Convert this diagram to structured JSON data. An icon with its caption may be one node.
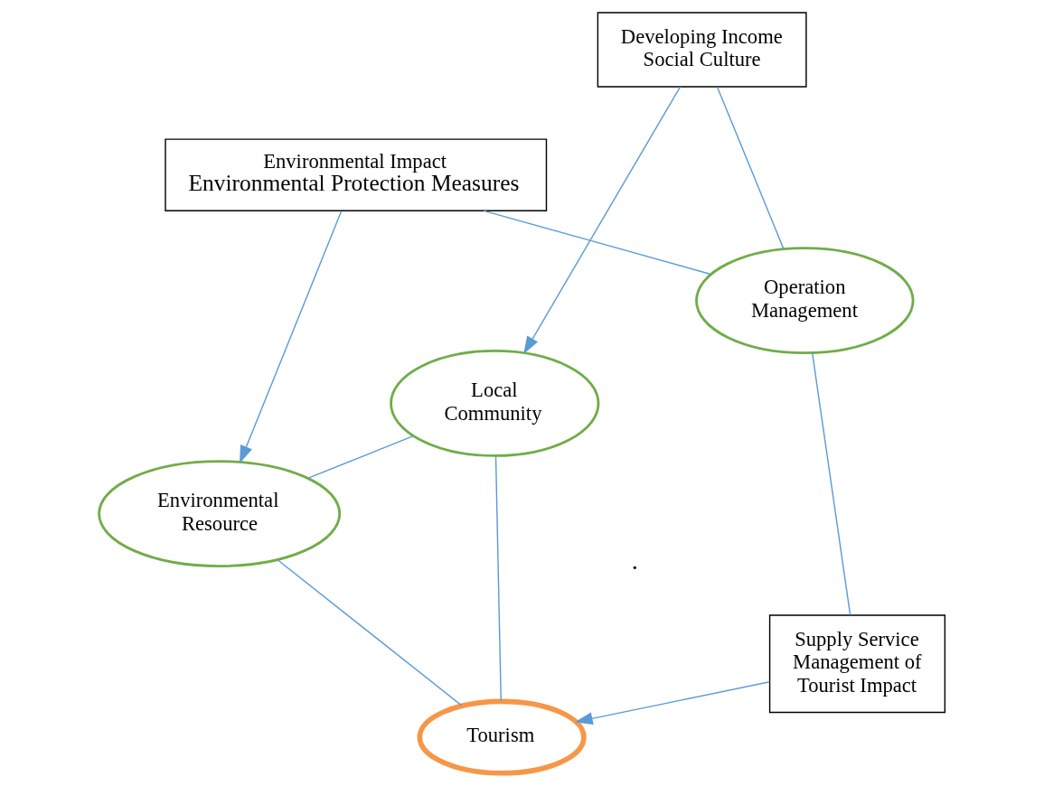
{
  "diagram": {
    "nodes": [
      {
        "text": [
          "Tourism"
        ]
      },
      {
        "text": [
          "Local Community"
        ]
      },
      {
        "text": [
          "Supply Service Management of Tourist Impact"
        ]
      },
      {
        "text": [
          "Developing Income Social Culture"
        ]
      },
      {
        "text": [
          "Operation Management"
        ]
      },
      {
        "text": [
          "Environmental Impact",
          "Environmental Protection Measures"
        ]
      },
      {
        "text": [
          "Environmental Resource"
        ]
      }
    ],
    "edges": [
      {
        "from": 0,
        "to": 1,
        "arrow": "none"
      },
      {
        "from": 4,
        "to": 2,
        "arrow": "none"
      },
      {
        "from": 2,
        "to": 0,
        "arrow": "to"
      },
      {
        "from": 4,
        "to": 3,
        "arrow": "none"
      },
      {
        "from": 3,
        "to": 1,
        "arrow": "to"
      },
      {
        "from": 4,
        "to": 5,
        "arrow": "none"
      },
      {
        "from": 5,
        "to": 6,
        "arrow": "to"
      },
      {
        "from": 0,
        "to": 6,
        "arrow": "none"
      },
      {
        "from": 1,
        "to": 6,
        "arrow": "none"
      }
    ],
    "labels": [
      "."
    ]
  }
}
